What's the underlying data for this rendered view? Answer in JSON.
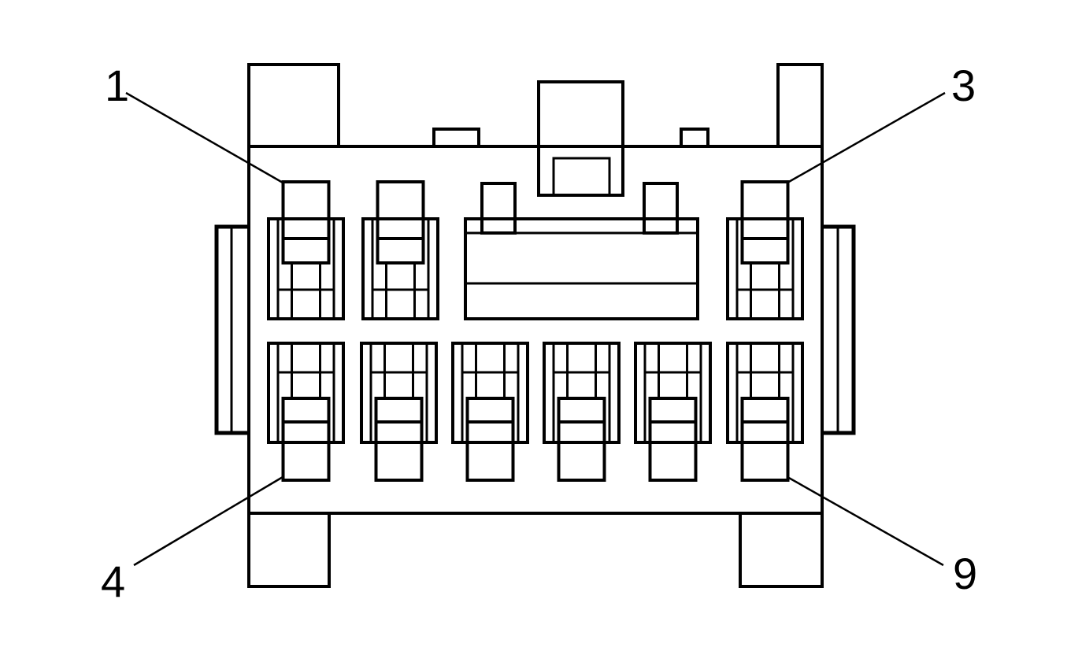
{
  "diagram": {
    "pin_labels": [
      "1",
      "3",
      "4",
      "9"
    ]
  },
  "colors": {
    "line": "#000000",
    "background": "#ffffff"
  }
}
